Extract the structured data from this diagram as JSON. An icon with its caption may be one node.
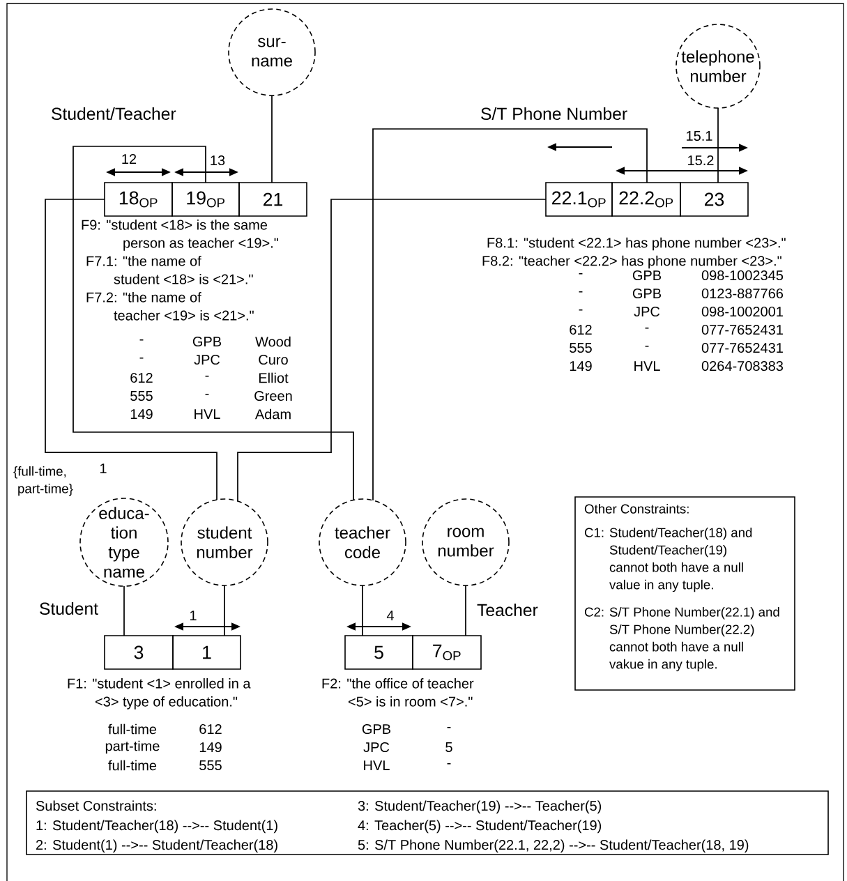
{
  "diagram": {
    "nodes": [
      {
        "text": [
          "sur- name"
        ]
      },
      {
        "text": [
          "telephone number"
        ]
      },
      {
        "text": [
          "educa- tion type name"
        ]
      },
      {
        "text": [
          "student number"
        ]
      },
      {
        "text": [
          "teacher code"
        ]
      },
      {
        "text": [
          "room number"
        ]
      },
      {
        "text": [
          "18$_{OP}$"
        ]
      },
      {
        "text": [
          "19$_{OP}$"
        ]
      },
      {
        "text": [
          "21"
        ]
      },
      {
        "text": [
          "22.1$_{OP}$"
        ]
      },
      {
        "text": [
          "22.2$_{OP}$"
        ]
      },
      {
        "text": [
          "23"
        ]
      },
      {
        "text": [
          "3"
        ]
      },
      {
        "text": [
          "1"
        ]
      },
      {
        "text": [
          "5"
        ]
      },
      {
        "text": [
          "7$_{OP}$"
        ]
      },
      {
        "text": [
          "Other Constraints:",
          "C1: Student/Teacher(18) and Student/Teacher(19) cannot both have a null value in any tuple.",
          "C2: S/T Phone Number(22.1) and S/T Phone Number(22.2) cannot both have a null vakue in any tuple."
        ]
      },
      {
        "text": [
          "Subset Constraints:",
          "1: Student/Teacher(18) -->-- Student(1)",
          "2: Student(1) -->-- Student/Teacher(18)",
          "3: Student/Teacher(19) -->-- Teacher(5)",
          "4: Teacher(5) -->-- Student/Teacher(19)",
          "5: S/T Phone Number(22.1, 22,2) -->-- Student/Teacher(18, 19)"
        ]
      }
    ],
    "edges": [
      {
        "from": 0,
        "to": 8,
        "arrow": "none"
      },
      {
        "from": 1,
        "to": 11,
        "arrow": "none"
      },
      {
        "from": 2,
        "to": 12,
        "arrow": "none"
      },
      {
        "from": 3,
        "to": 13,
        "arrow": "none"
      },
      {
        "from": 4,
        "to": 14,
        "arrow": "none"
      },
      {
        "from": 5,
        "to": 15,
        "arrow": "none"
      },
      {
        "from": 6,
        "to": 3,
        "arrow": "none"
      },
      {
        "from": 7,
        "to": 4,
        "arrow": "none"
      },
      {
        "from": 9,
        "to": 3,
        "arrow": "none"
      },
      {
        "from": 10,
        "to": 4,
        "arrow": "none"
      }
    ],
    "labels": [
      "Student/Teacher",
      "S/T Phone Number",
      "12",
      "13",
      "15.1",
      "15.2",
      "F9: \"student <18> is the same person as teacher <19>.\"",
      "F7.1: \"the name of student <18> is <21>.\"",
      "F7.2: \"the name of teacher <19> is <21>.\"",
      "-",
      "GPB",
      "Wood",
      "-",
      "JPC",
      "Curo",
      "612",
      "-",
      "Elliot",
      "555",
      "-",
      "Green",
      "149",
      "HVL",
      "Adam",
      "F8.1: \"student <22.1> has phone number <23>.\"",
      "F8.2: \"teacher <22.2> has phone number <23>.\"",
      "-",
      "GPB",
      "098-1002345",
      "-",
      "GPB",
      "0123-887766",
      "-",
      "JPC",
      "098-1002001",
      "612",
      "-",
      "077-7652431",
      "555",
      "-",
      "077-7652431",
      "149",
      "HVL",
      "0264-708383",
      "{full-time, part-time}",
      "1",
      "Student",
      "1",
      "4",
      "Teacher",
      "F1: \"student <1> enrolled in a <3> type of education.\"",
      "F2: \"the office of teacher <5> is in room <7>.\"",
      "full-time",
      "612",
      "part-time",
      "149",
      "full-time",
      "555",
      "GPB",
      "-",
      "JPC",
      "5",
      "HVL",
      "-"
    ]
  }
}
